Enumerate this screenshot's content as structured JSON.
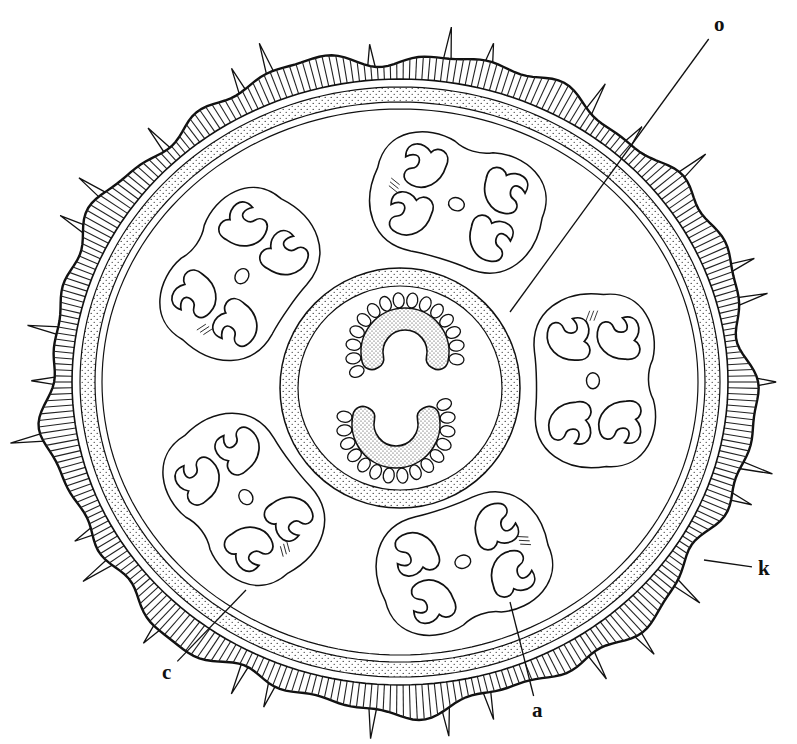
{
  "diagram": {
    "labels": [
      "o",
      "k",
      "c",
      "a"
    ]
  }
}
